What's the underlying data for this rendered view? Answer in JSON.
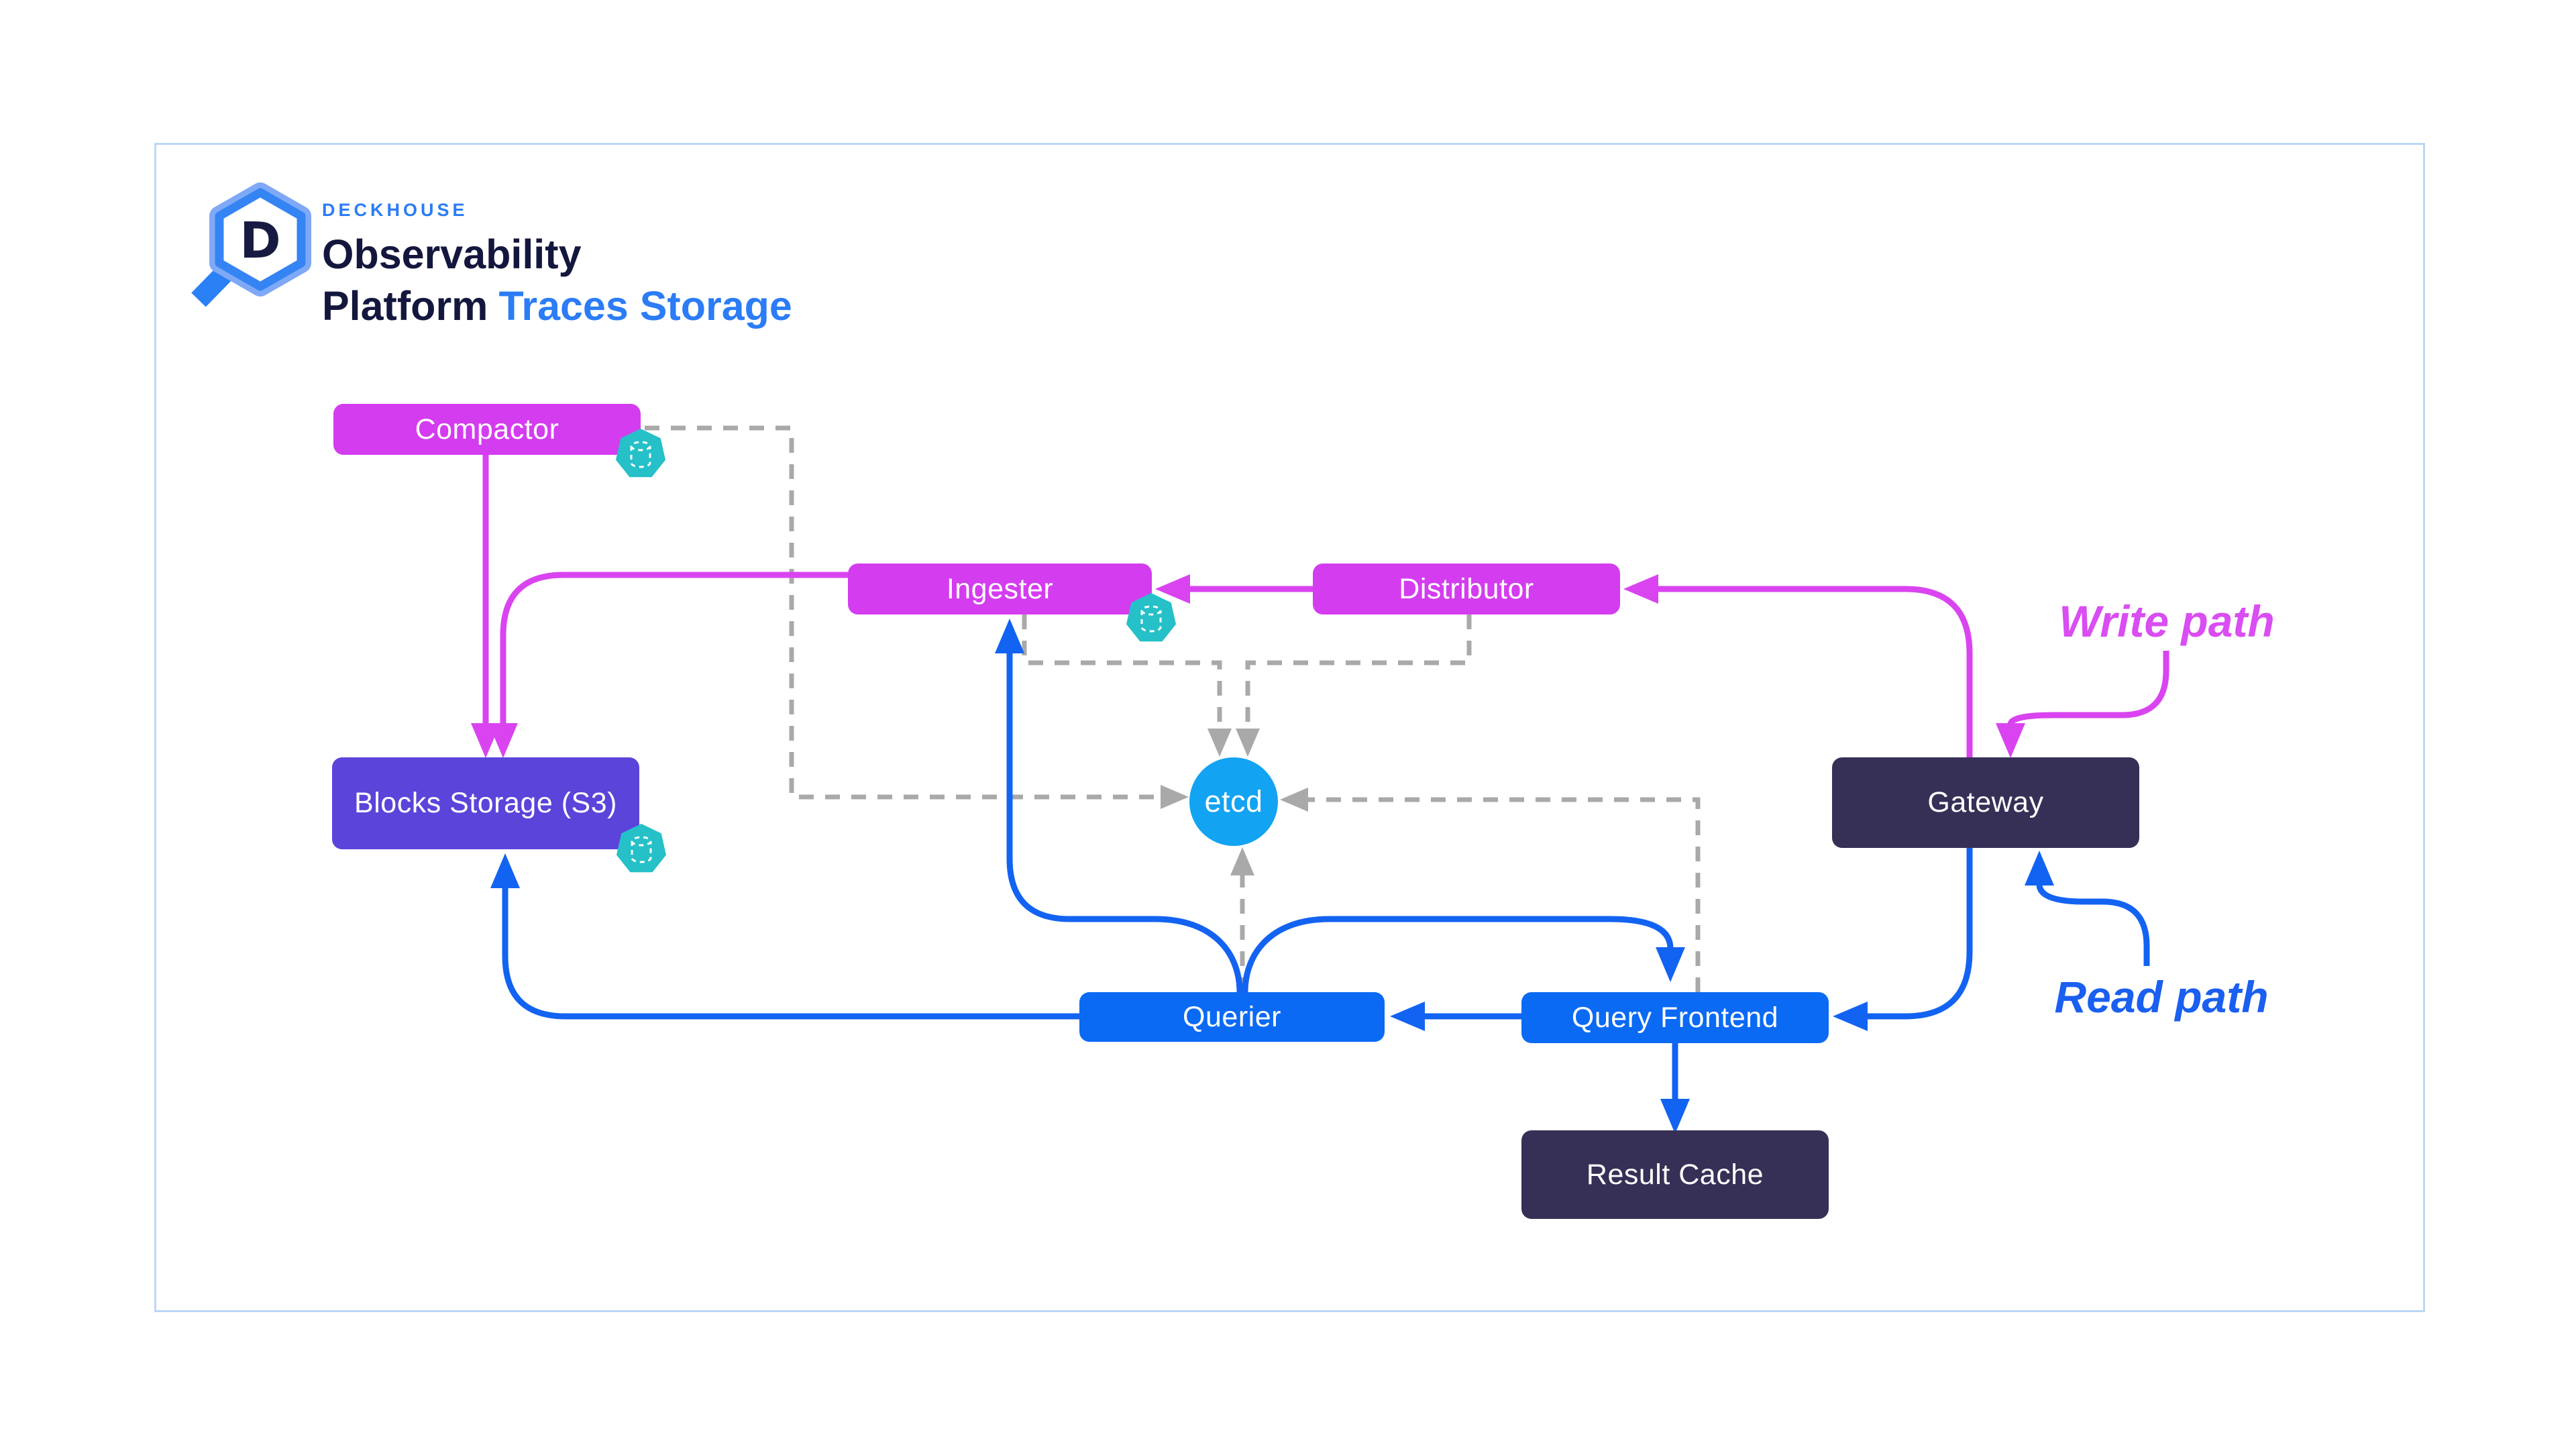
{
  "logo": {
    "eyebrow": "DECKHOUSE",
    "line1": "Observability",
    "line2": "Platform",
    "highlight": "Traces Storage",
    "letter": "D"
  },
  "nodes": {
    "compactor": {
      "label": "Compactor",
      "color": "#d43cf0"
    },
    "ingester": {
      "label": "Ingester",
      "color": "#d43cf0"
    },
    "distributor": {
      "label": "Distributor",
      "color": "#d43cf0"
    },
    "blocks_storage": {
      "label": "Blocks Storage (S3)",
      "color": "#5b44da"
    },
    "gateway": {
      "label": "Gateway",
      "color": "#363057"
    },
    "etcd": {
      "label": "etcd",
      "color": "#12a3f2"
    },
    "querier": {
      "label": "Querier",
      "color": "#0b6af4"
    },
    "query_frontend": {
      "label": "Query Frontend",
      "color": "#0b6af4"
    },
    "result_cache": {
      "label": "Result Cache",
      "color": "#363057"
    }
  },
  "annotations": {
    "write_path": "Write path",
    "read_path": "Read path"
  },
  "colors": {
    "write_line": "#d944f0",
    "read_line": "#1363f2",
    "ring_line": "#a9a9a9",
    "badge_teal": "#25c0c8",
    "panel_border": "#bcd7f6",
    "brand_blue": "#2b7cf6",
    "brand_navy": "#14173d"
  },
  "edges": [
    {
      "from": "Compactor",
      "to": "Blocks Storage (S3)",
      "path": "write"
    },
    {
      "from": "Ingester",
      "to": "Blocks Storage (S3)",
      "path": "write"
    },
    {
      "from": "Distributor",
      "to": "Ingester",
      "path": "write"
    },
    {
      "from": "Gateway",
      "to": "Distributor",
      "path": "write"
    },
    {
      "from": "Gateway",
      "to": "Query Frontend",
      "path": "read"
    },
    {
      "from": "Query Frontend",
      "to": "Querier",
      "path": "read"
    },
    {
      "from": "Query Frontend",
      "to": "Result Cache",
      "path": "read"
    },
    {
      "from": "Querier",
      "to": "Query Frontend",
      "path": "read"
    },
    {
      "from": "Querier",
      "to": "Ingester",
      "path": "read"
    },
    {
      "from": "Querier",
      "to": "Blocks Storage (S3)",
      "path": "read"
    },
    {
      "from": "Compactor",
      "to": "etcd",
      "path": "ring"
    },
    {
      "from": "Ingester",
      "to": "etcd",
      "path": "ring"
    },
    {
      "from": "Distributor",
      "to": "etcd",
      "path": "ring"
    },
    {
      "from": "Query Frontend",
      "to": "etcd",
      "path": "ring"
    },
    {
      "from": "Querier",
      "to": "etcd",
      "path": "ring"
    }
  ]
}
